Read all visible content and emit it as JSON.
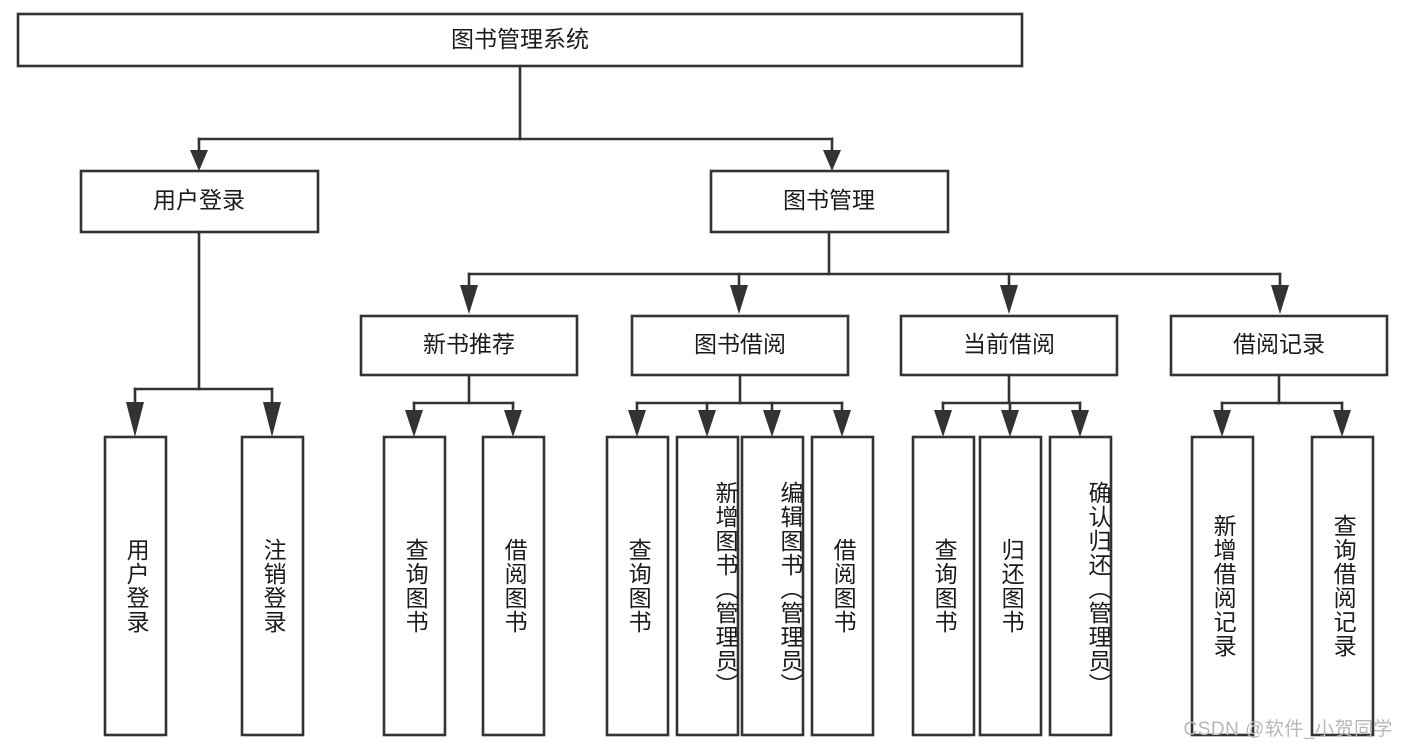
{
  "diagram": {
    "type": "hierarchy-tree",
    "title": "图书管理系统",
    "watermark": "CSDN @软件_小贺同学",
    "accent_color": "#333333",
    "box_fill": "#ffffff",
    "nodes": {
      "root": {
        "label": "图书管理系统"
      },
      "level2": [
        {
          "id": "user-login",
          "label": "用户登录"
        },
        {
          "id": "book-manage",
          "label": "图书管理"
        }
      ],
      "level3": [
        {
          "id": "new-book-recommend",
          "label": "新书推荐"
        },
        {
          "id": "book-borrow",
          "label": "图书借阅"
        },
        {
          "id": "current-borrow",
          "label": "当前借阅"
        },
        {
          "id": "borrow-record",
          "label": "借阅记录"
        }
      ],
      "leaves": {
        "user_login": [
          {
            "id": "leaf-user-login",
            "label": "用户登录"
          },
          {
            "id": "leaf-logout-login",
            "label": "注销登录"
          }
        ],
        "new_book_recommend": [
          {
            "id": "leaf-query-book-1",
            "label": "查询图书"
          },
          {
            "id": "leaf-borrow-book-1",
            "label": "借阅图书"
          }
        ],
        "book_borrow": [
          {
            "id": "leaf-query-book-2",
            "label": "查询图书"
          },
          {
            "id": "leaf-add-book",
            "label": "新增图书（管理员）"
          },
          {
            "id": "leaf-edit-book",
            "label": "编辑图书（管理员）"
          },
          {
            "id": "leaf-borrow-book-2",
            "label": "借阅图书"
          }
        ],
        "current_borrow": [
          {
            "id": "leaf-query-book-3",
            "label": "查询图书"
          },
          {
            "id": "leaf-return-book",
            "label": "归还图书"
          },
          {
            "id": "leaf-confirm-return",
            "label": "确认归还（管理员）"
          }
        ],
        "borrow_record": [
          {
            "id": "leaf-add-record",
            "label": "新增借阅记录"
          },
          {
            "id": "leaf-query-record",
            "label": "查询借阅记录"
          }
        ]
      }
    }
  }
}
